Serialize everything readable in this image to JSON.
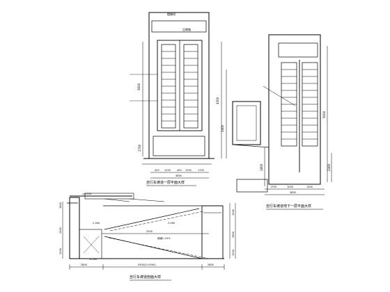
{
  "drawing": {
    "title_plan_1": "自行车坡道一层平面大样",
    "title_plan_2": "自行车坡道地下一层平面大样",
    "title_section": "自行车坡道剖面大样",
    "line_color": "#000000",
    "background": "#ffffff"
  },
  "plan_1": {
    "top_label": "楼梯间",
    "note_label": "见建施",
    "dim_stair": "3400",
    "dim_right_total": "4300",
    "dim_lower": "2700",
    "dim_left": "5600",
    "dim_bottom": [
      "400",
      "1250",
      "400",
      "1250",
      "1700"
    ],
    "dim_total_bottom": "3850"
  },
  "plan_2": {
    "dim_right_total": "5000",
    "dim_right_lower": "2400",
    "dim_left": "1800",
    "dim_bottom": [
      "1700",
      "1000",
      "1500"
    ],
    "dim_total_bottom": "3850"
  },
  "section": {
    "level_top": "±0.000",
    "level_mid": "-1.000",
    "level_low": "-4.500",
    "level_ramp": "-3.000",
    "dim_left": [
      "1800",
      "2400",
      "1200"
    ],
    "dim_right": [
      "1400",
      "1900",
      "1200"
    ],
    "dim_bottom": [
      "2800",
      "5500(3=5500)",
      "2800"
    ],
    "dim_ramp_length": "2500",
    "ramp_note": "坡道i=15%"
  }
}
